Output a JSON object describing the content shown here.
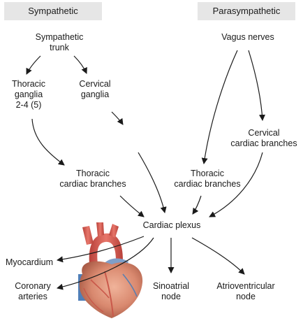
{
  "headers": {
    "sympathetic": "Sympathetic",
    "parasympathetic": "Parasympathetic"
  },
  "nodes": {
    "sympathetic_trunk": [
      "Sympathetic",
      "trunk"
    ],
    "thoracic_ganglia": [
      "Thoracic",
      "ganglia",
      "2-4 (5)"
    ],
    "cervical_ganglia": [
      "Cervical",
      "ganglia"
    ],
    "thoracic_cardiac_branches_left": [
      "Thoracic",
      "cardiac branches"
    ],
    "vagus_nerves": [
      "Vagus nerves"
    ],
    "cervical_cardiac_branches": [
      "Cervical",
      "cardiac branches"
    ],
    "thoracic_cardiac_branches_right": [
      "Thoracic",
      "cardiac branches"
    ],
    "cardiac_plexus": [
      "Cardiac plexus"
    ],
    "myocardium": [
      "Myocardium"
    ],
    "coronary_arteries": [
      "Coronary",
      "arteries"
    ],
    "sinoatrial_node": [
      "Sinoatrial",
      "node"
    ],
    "atrioventricular_node": [
      "Atrioventricular",
      "node"
    ]
  },
  "colors": {
    "header_bg": "#e6e6e6",
    "arrow": "#1a1a1a",
    "heart_muscle": "#d9896f",
    "aorta": "#d95a4e",
    "vein_blue": "#4f7fb8"
  }
}
